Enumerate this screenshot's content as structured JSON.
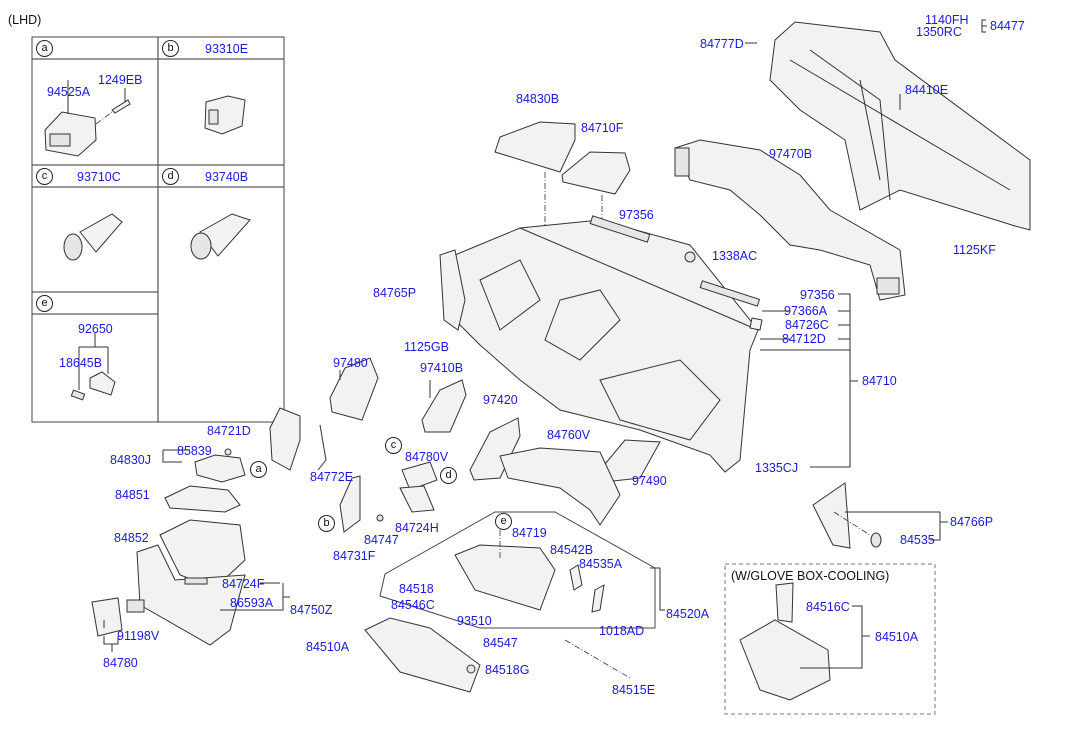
{
  "header": {
    "variant": "(LHD)"
  },
  "legend_panels": [
    {
      "key": "a",
      "parts": [
        "94525A",
        "1249EB"
      ]
    },
    {
      "key": "b",
      "parts": [
        "93310E"
      ]
    },
    {
      "key": "c",
      "parts": [
        "93710C"
      ]
    },
    {
      "key": "d",
      "parts": [
        "93740B"
      ]
    },
    {
      "key": "e",
      "parts": [
        "92650",
        "18645B"
      ]
    }
  ],
  "callouts": {
    "a": "a",
    "b": "b",
    "c": "c",
    "d": "d",
    "e": "e"
  },
  "parts": {
    "p94525A": "94525A",
    "p1249EB": "1249EB",
    "p93310E": "93310E",
    "p93710C": "93710C",
    "p93740B": "93740B",
    "p92650": "92650",
    "p18645B": "18645B",
    "p1140FH": "1140FH",
    "p1350RC": "1350RC",
    "p84477": "84477",
    "p84777D": "84777D",
    "p84410E": "84410E",
    "p84830B": "84830B",
    "p84710F": "84710F",
    "p97470B": "97470B",
    "p97356a": "97356",
    "p1338AC": "1338AC",
    "p1125KF": "1125KF",
    "p84765P": "84765P",
    "p97356b": "97356",
    "p97366A": "97366A",
    "p84726C": "84726C",
    "p84712D": "84712D",
    "p84710": "84710",
    "p1125GB": "1125GB",
    "p97480": "97480",
    "p97410B": "97410B",
    "p97420": "97420",
    "p84760V": "84760V",
    "p84721D": "84721D",
    "p84772E": "84772E",
    "p84780V": "84780V",
    "p97490": "97490",
    "p1335CJ": "1335CJ",
    "p84830J": "84830J",
    "p85839": "85839",
    "p84851": "84851",
    "p84724H": "84724H",
    "p84747": "84747",
    "p84731F": "84731F",
    "p84852": "84852",
    "p84766P": "84766P",
    "p84535": "84535",
    "p84719": "84719",
    "p84542B": "84542B",
    "p84535A": "84535A",
    "p84518": "84518",
    "p84546C": "84546C",
    "p93510": "93510",
    "p84547": "84547",
    "p1018AD": "1018AD",
    "p84520A": "84520A",
    "p84724F": "84724F",
    "p86593A": "86593A",
    "p84750Z": "84750Z",
    "p91198V": "91198V",
    "p84780": "84780",
    "p84510A": "84510A",
    "p84518G": "84518G",
    "p84515E": "84515E",
    "p84516C": "84516C",
    "p84510A2": "84510A"
  },
  "optional_group": {
    "title": "(W/GLOVE BOX-COOLING)"
  }
}
